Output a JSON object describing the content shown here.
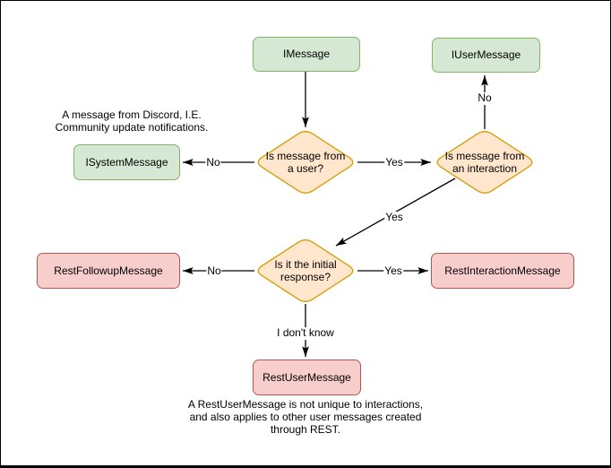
{
  "nodes": {
    "imessage": {
      "label": "IMessage"
    },
    "iusermessage": {
      "label": "IUserMessage"
    },
    "isystemmessage": {
      "label": "ISystemMessage"
    },
    "restfollowupmessage": {
      "label": "RestFollowupMessage"
    },
    "restinteractionmessage": {
      "label": "RestInteractionMessage"
    },
    "restusermessage": {
      "label": "RestUserMessage"
    }
  },
  "decisions": {
    "is_from_user": {
      "label": "Is message from\na user?"
    },
    "is_from_interaction": {
      "label": "Is message from\nan interaction"
    },
    "is_initial_response": {
      "label": "Is it the initial\nresponse?"
    }
  },
  "edge_labels": {
    "user_no": "No",
    "user_yes": "Yes",
    "interaction_no": "No",
    "interaction_yes": "Yes",
    "initial_no": "No",
    "initial_yes": "Yes",
    "initial_unknown": "I don't know"
  },
  "notes": {
    "system_note": "A message from Discord, I.E.\nCommunity update notifications.",
    "restuser_note": "A RestUserMessage is not unique to interactions,\nand also applies to other user messages created\nthrough REST."
  },
  "colors": {
    "interface_fill": "#d5e8d4",
    "interface_stroke": "#82b366",
    "decision_fill": "#ffe6cc",
    "decision_stroke": "#d79b00",
    "rest_fill": "#f8cecc",
    "rest_stroke": "#b85450",
    "arrow": "#000000",
    "text": "#000000",
    "background": "#ffffff"
  }
}
